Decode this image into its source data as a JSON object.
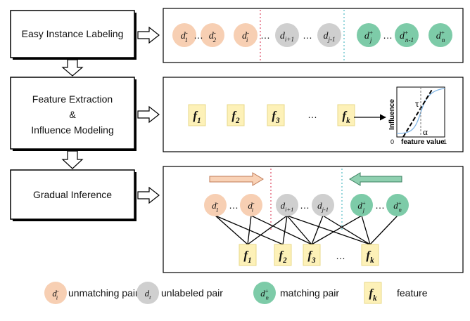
{
  "stages": [
    {
      "label": "Easy Instance Labeling"
    },
    {
      "label_lines": [
        "Feature Extraction",
        "&",
        "Influence Modeling"
      ]
    },
    {
      "label": "Gradual Inference"
    }
  ],
  "row1_nodes": [
    {
      "base": "d",
      "sup": "-",
      "sub": "1",
      "kind": "unmatching"
    },
    {
      "base": "d",
      "sup": "-",
      "sub": "2",
      "kind": "unmatching"
    },
    {
      "base": "d",
      "sup": "-",
      "sub": "i",
      "kind": "unmatching"
    },
    {
      "base": "d",
      "sup": "",
      "sub": "i+1",
      "kind": "unlabeled"
    },
    {
      "base": "d",
      "sup": "",
      "sub": "j-1",
      "kind": "unlabeled"
    },
    {
      "base": "d",
      "sup": "+",
      "sub": "j",
      "kind": "matching"
    },
    {
      "base": "d",
      "sup": "+",
      "sub": "n-1",
      "kind": "matching"
    },
    {
      "base": "d",
      "sup": "+",
      "sub": "n",
      "kind": "matching"
    }
  ],
  "row2_features": [
    {
      "base": "f",
      "sub": "1"
    },
    {
      "base": "f",
      "sub": "2"
    },
    {
      "base": "f",
      "sub": "3"
    },
    {
      "base": "f",
      "sub": "k"
    }
  ],
  "influence_plot": {
    "ylabel": "Influence",
    "xlabel": "feature value",
    "origin": "0",
    "x_end": "1",
    "tau": "τ",
    "alpha": "α"
  },
  "row3_nodes": [
    {
      "base": "d",
      "sup": "-",
      "sub": "1",
      "kind": "unmatching"
    },
    {
      "base": "d",
      "sup": "-",
      "sub": "i",
      "kind": "unmatching"
    },
    {
      "base": "d",
      "sup": "",
      "sub": "i+1",
      "kind": "unlabeled"
    },
    {
      "base": "d",
      "sup": "",
      "sub": "j-1",
      "kind": "unlabeled"
    },
    {
      "base": "d",
      "sup": "+",
      "sub": "j",
      "kind": "matching"
    },
    {
      "base": "d",
      "sup": "+",
      "sub": "n",
      "kind": "matching"
    }
  ],
  "row3_features": [
    {
      "base": "f",
      "sub": "1"
    },
    {
      "base": "f",
      "sub": "2"
    },
    {
      "base": "f",
      "sub": "3"
    },
    {
      "base": "f",
      "sub": "k"
    }
  ],
  "ellipsis": "…",
  "legend": [
    {
      "base": "d",
      "sup": "-",
      "sub": "i",
      "kind": "unmatching",
      "text": "unmatching pair"
    },
    {
      "base": "d",
      "sup": "",
      "sub": "t",
      "kind": "unlabeled",
      "text": "unlabeled pair"
    },
    {
      "base": "d",
      "sup": "+",
      "sub": "n",
      "kind": "matching",
      "text": "matching pair"
    },
    {
      "base": "f",
      "sub": "k",
      "kind": "feature",
      "text": "feature"
    }
  ],
  "colors": {
    "unmatching": "#f7cfb3",
    "unlabeled": "#cfcfcf",
    "matching": "#7dcba8",
    "feature": "#fdf1b8",
    "feature_stroke": "#e8d98a",
    "divider_red": "#e0566e",
    "divider_blue": "#5dc0c8",
    "arrow_peach": "#f9d2b6",
    "arrow_peach_stroke": "#c07a55",
    "arrow_green": "#8fd0b0",
    "arrow_green_stroke": "#3b8060",
    "curve_blue": "#7fb5e6"
  }
}
